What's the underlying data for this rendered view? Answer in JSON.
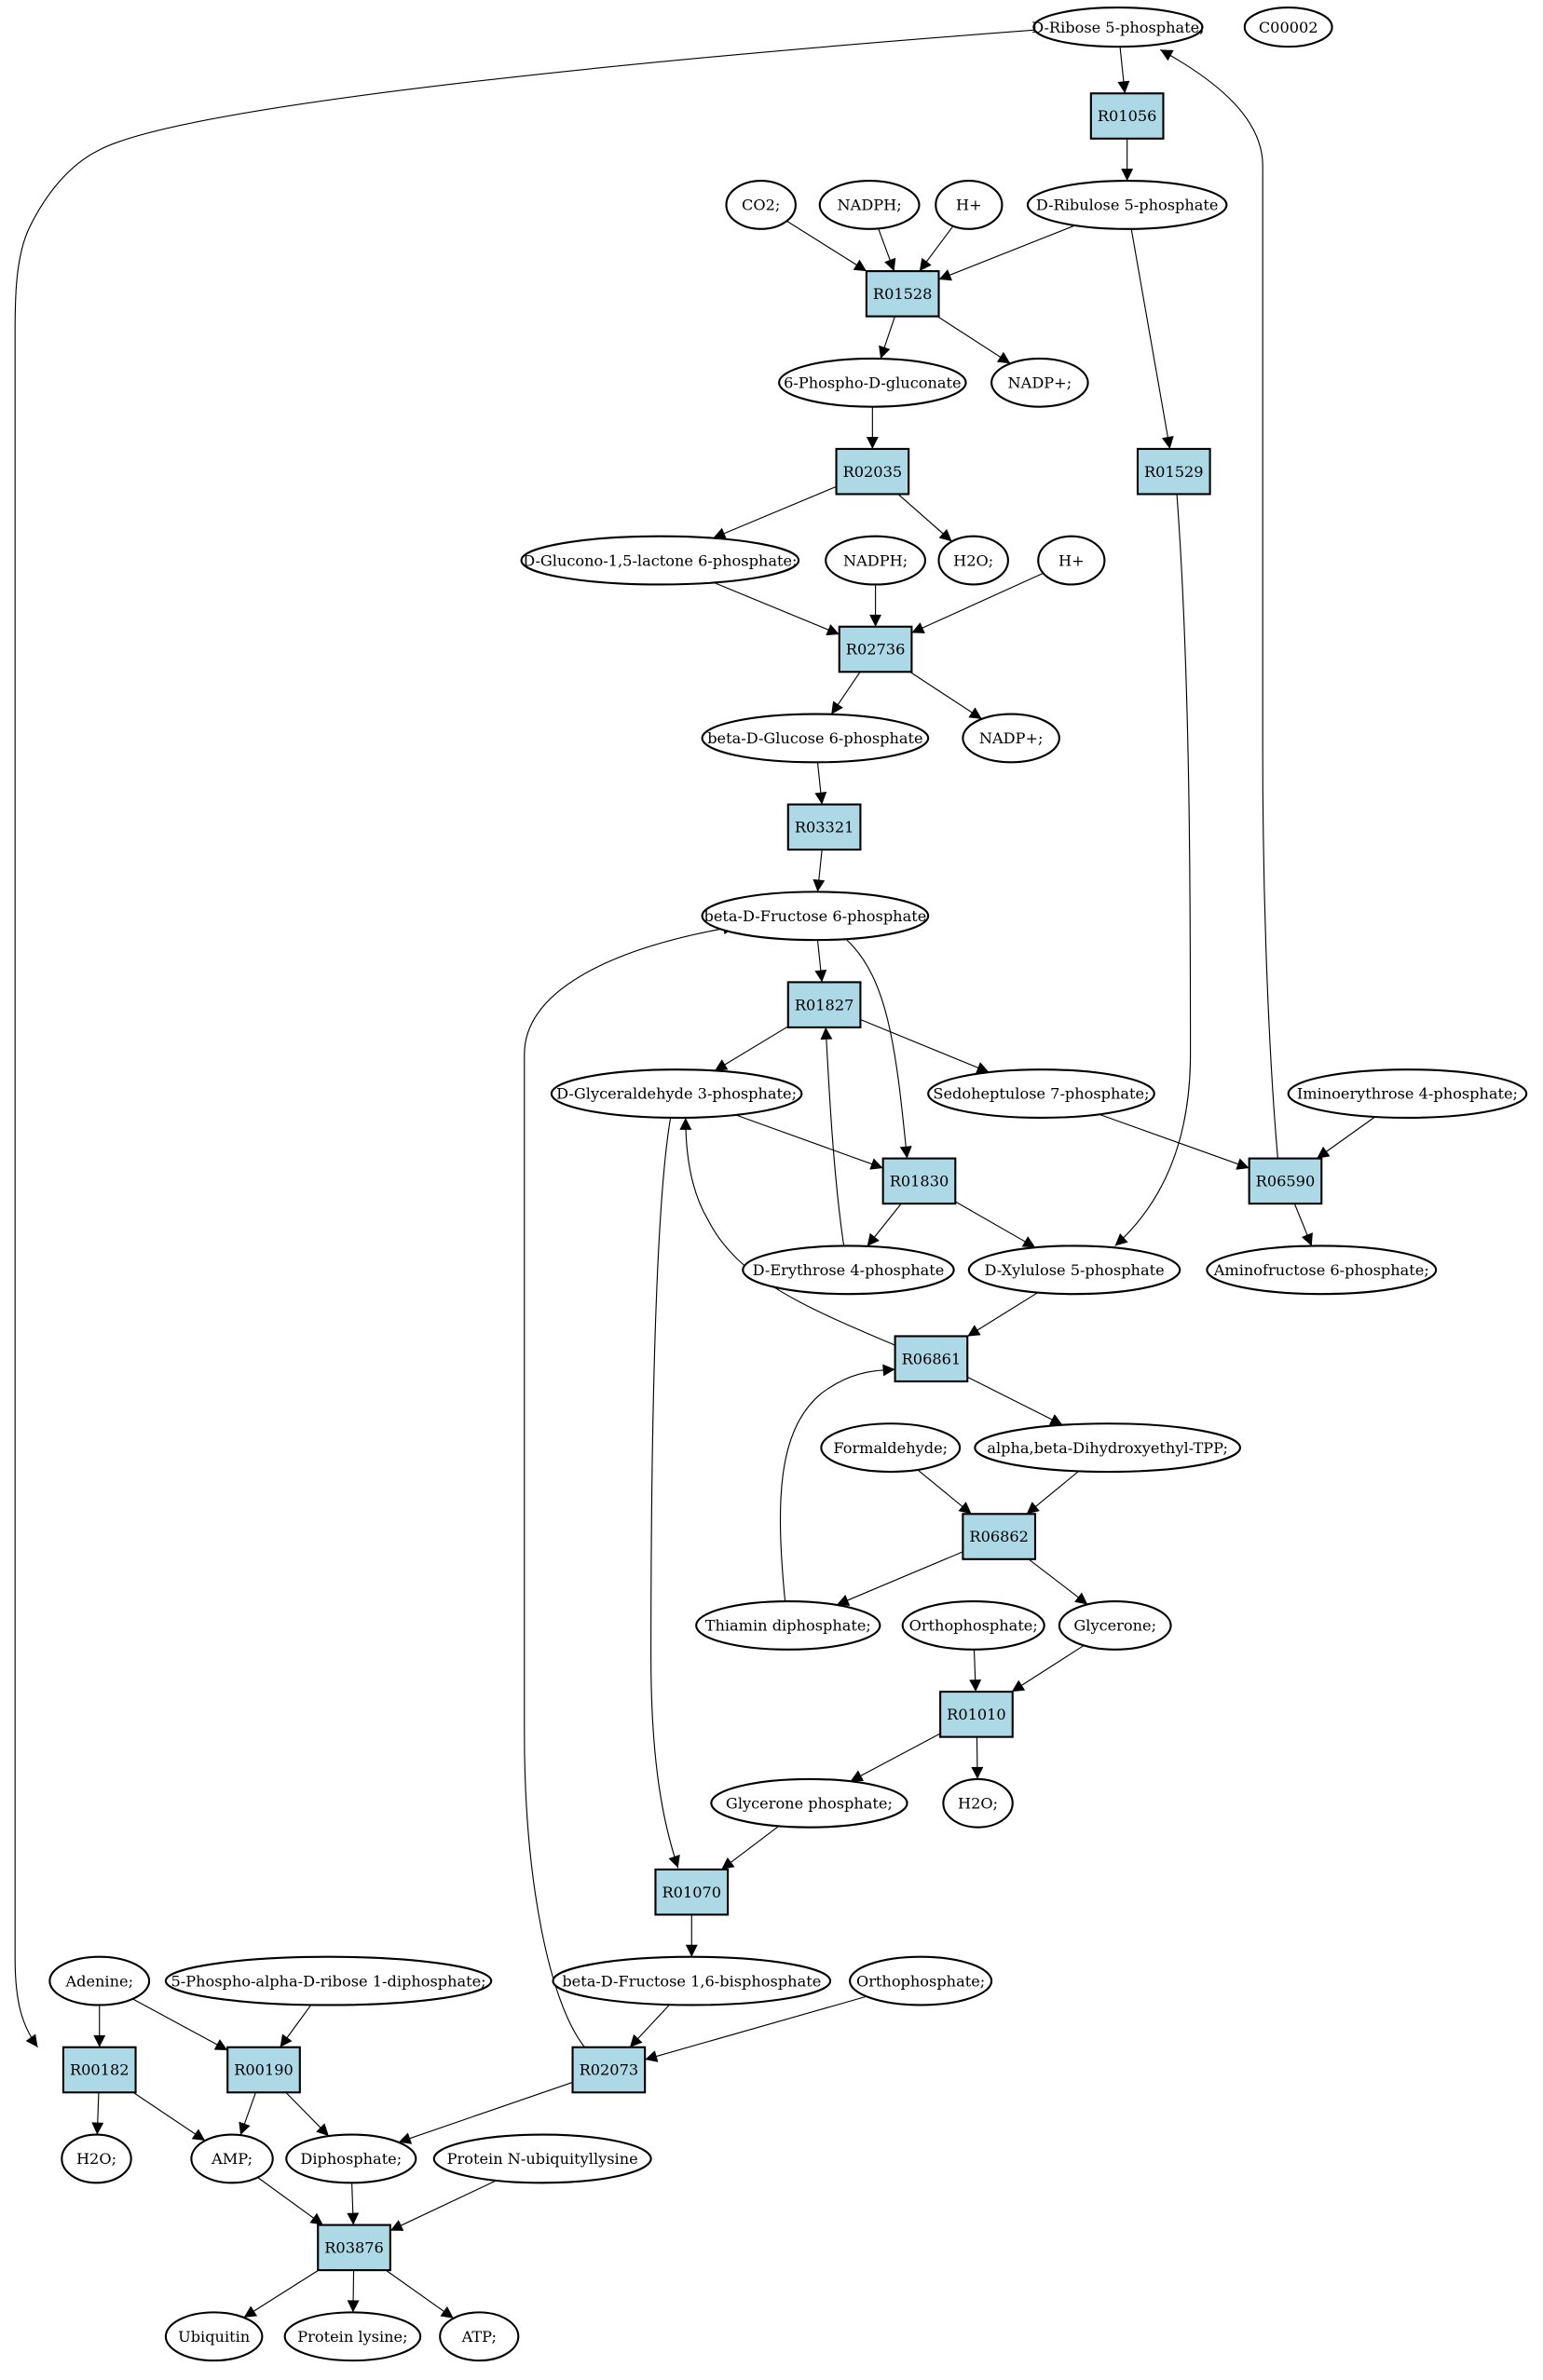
{
  "colors": {
    "reaction_fill": "#add8e6",
    "start_fill": "#00ff00",
    "compound_fill": "#ffff00",
    "metabolite_fill": "#ffffff",
    "edge": "#000000"
  },
  "metabolites": [
    {
      "id": "rib5p",
      "label": "D-Ribose 5-phosphate;",
      "fill": "start"
    },
    {
      "id": "c00002",
      "label": "C00002",
      "fill": "compound"
    },
    {
      "id": "co2",
      "label": "CO2;"
    },
    {
      "id": "nadph1",
      "label": "NADPH;"
    },
    {
      "id": "hplus1",
      "label": "H+"
    },
    {
      "id": "ribu5p",
      "label": "D-Ribulose 5-phosphate"
    },
    {
      "id": "pgluc",
      "label": "6-Phospho-D-gluconate"
    },
    {
      "id": "nadp1",
      "label": "NADP+;"
    },
    {
      "id": "glac",
      "label": "D-Glucono-1,5-lactone 6-phosphate;"
    },
    {
      "id": "nadph2",
      "label": "NADPH;"
    },
    {
      "id": "h2o1",
      "label": "H2O;"
    },
    {
      "id": "hplus2",
      "label": "H+"
    },
    {
      "id": "bg6p",
      "label": "beta-D-Glucose 6-phosphate"
    },
    {
      "id": "nadp2",
      "label": "NADP+;"
    },
    {
      "id": "bf6p",
      "label": "beta-D-Fructose 6-phosphate"
    },
    {
      "id": "ga3p",
      "label": "D-Glyceraldehyde 3-phosphate;"
    },
    {
      "id": "s7p",
      "label": "Sedoheptulose 7-phosphate;"
    },
    {
      "id": "ie4p",
      "label": "Iminoerythrose 4-phosphate;"
    },
    {
      "id": "e4p",
      "label": "D-Erythrose 4-phosphate"
    },
    {
      "id": "x5p",
      "label": "D-Xylulose 5-phosphate"
    },
    {
      "id": "af6p",
      "label": "Aminofructose 6-phosphate;"
    },
    {
      "id": "hcho",
      "label": "Formaldehyde;"
    },
    {
      "id": "adtpp",
      "label": "alpha,beta-Dihydroxyethyl-TPP;"
    },
    {
      "id": "tpp",
      "label": "Thiamin diphosphate;"
    },
    {
      "id": "pi1",
      "label": "Orthophosphate;"
    },
    {
      "id": "dha",
      "label": "Glycerone;"
    },
    {
      "id": "dhap",
      "label": "Glycerone phosphate;"
    },
    {
      "id": "h2o2",
      "label": "H2O;"
    },
    {
      "id": "adenine",
      "label": "Adenine;"
    },
    {
      "id": "prpp",
      "label": "5-Phospho-alpha-D-ribose 1-diphosphate;"
    },
    {
      "id": "fbp",
      "label": "beta-D-Fructose 1,6-bisphosphate"
    },
    {
      "id": "pi2",
      "label": "Orthophosphate;"
    },
    {
      "id": "h2o3",
      "label": "H2O;"
    },
    {
      "id": "amp",
      "label": "AMP;"
    },
    {
      "id": "ppi",
      "label": "Diphosphate;"
    },
    {
      "id": "pubq",
      "label": "Protein N-ubiquityllysine"
    },
    {
      "id": "ubq",
      "label": "Ubiquitin"
    },
    {
      "id": "plys",
      "label": "Protein lysine;"
    },
    {
      "id": "atp",
      "label": "ATP;"
    }
  ],
  "reactions": [
    {
      "id": "r01056",
      "label": "R01056"
    },
    {
      "id": "r01528",
      "label": "R01528"
    },
    {
      "id": "r02035",
      "label": "R02035"
    },
    {
      "id": "r01529",
      "label": "R01529"
    },
    {
      "id": "r02736",
      "label": "R02736"
    },
    {
      "id": "r03321",
      "label": "R03321"
    },
    {
      "id": "r01827",
      "label": "R01827"
    },
    {
      "id": "r01830",
      "label": "R01830"
    },
    {
      "id": "r06590",
      "label": "R06590"
    },
    {
      "id": "r06861",
      "label": "R06861"
    },
    {
      "id": "r06862",
      "label": "R06862"
    },
    {
      "id": "r01010",
      "label": "R01010"
    },
    {
      "id": "r01070",
      "label": "R01070"
    },
    {
      "id": "r00182",
      "label": "R00182"
    },
    {
      "id": "r00190",
      "label": "R00190"
    },
    {
      "id": "r02073",
      "label": "R02073"
    },
    {
      "id": "r03876",
      "label": "R03876"
    }
  ],
  "edges": [
    {
      "from": "rib5p",
      "to": "r01056"
    },
    {
      "from": "r01056",
      "to": "ribu5p"
    },
    {
      "from": "co2",
      "to": "r01528"
    },
    {
      "from": "nadph1",
      "to": "r01528"
    },
    {
      "from": "hplus1",
      "to": "r01528"
    },
    {
      "from": "ribu5p",
      "to": "r01528"
    },
    {
      "from": "r01528",
      "to": "pgluc"
    },
    {
      "from": "r01528",
      "to": "nadp1"
    },
    {
      "from": "ribu5p",
      "to": "r01529"
    },
    {
      "from": "pgluc",
      "to": "r02035"
    },
    {
      "from": "r02035",
      "to": "glac"
    },
    {
      "from": "r02035",
      "to": "h2o1"
    },
    {
      "from": "glac",
      "to": "r02736"
    },
    {
      "from": "nadph2",
      "to": "r02736"
    },
    {
      "from": "hplus2",
      "to": "r02736"
    },
    {
      "from": "r02736",
      "to": "bg6p"
    },
    {
      "from": "r02736",
      "to": "nadp2"
    },
    {
      "from": "bg6p",
      "to": "r03321"
    },
    {
      "from": "r03321",
      "to": "bf6p"
    },
    {
      "from": "bf6p",
      "to": "r01827"
    },
    {
      "from": "bf6p",
      "to": "r01830"
    },
    {
      "from": "r01827",
      "to": "ga3p"
    },
    {
      "from": "r01827",
      "to": "s7p"
    },
    {
      "from": "e4p",
      "to": "r01827"
    },
    {
      "from": "ga3p",
      "to": "r01830"
    },
    {
      "from": "r01830",
      "to": "e4p"
    },
    {
      "from": "r01830",
      "to": "x5p"
    },
    {
      "from": "r01529",
      "to": "x5p"
    },
    {
      "from": "s7p",
      "to": "r06590"
    },
    {
      "from": "ie4p",
      "to": "r06590"
    },
    {
      "from": "r06590",
      "to": "af6p"
    },
    {
      "from": "r06590",
      "to": "rib5p"
    },
    {
      "from": "x5p",
      "to": "r06861"
    },
    {
      "from": "r06861",
      "to": "ga3p"
    },
    {
      "from": "r06861",
      "to": "adtpp"
    },
    {
      "from": "tpp",
      "to": "r06861"
    },
    {
      "from": "hcho",
      "to": "r06862"
    },
    {
      "from": "adtpp",
      "to": "r06862"
    },
    {
      "from": "r06862",
      "to": "tpp"
    },
    {
      "from": "r06862",
      "to": "dha"
    },
    {
      "from": "pi1",
      "to": "r01010"
    },
    {
      "from": "dha",
      "to": "r01010"
    },
    {
      "from": "r01010",
      "to": "dhap"
    },
    {
      "from": "r01010",
      "to": "h2o2"
    },
    {
      "from": "dhap",
      "to": "r01070"
    },
    {
      "from": "ga3p",
      "to": "r01070"
    },
    {
      "from": "r01070",
      "to": "fbp"
    },
    {
      "from": "fbp",
      "to": "r02073"
    },
    {
      "from": "pi2",
      "to": "r02073"
    },
    {
      "from": "r02073",
      "to": "ppi"
    },
    {
      "from": "r02073",
      "to": "bf6p"
    },
    {
      "from": "rib5p",
      "to": "r00182"
    },
    {
      "from": "adenine",
      "to": "r00182"
    },
    {
      "from": "adenine",
      "to": "r00190"
    },
    {
      "from": "prpp",
      "to": "r00190"
    },
    {
      "from": "r00182",
      "to": "h2o3"
    },
    {
      "from": "r00182",
      "to": "amp"
    },
    {
      "from": "r00190",
      "to": "amp"
    },
    {
      "from": "r00190",
      "to": "ppi"
    },
    {
      "from": "amp",
      "to": "r03876"
    },
    {
      "from": "ppi",
      "to": "r03876"
    },
    {
      "from": "pubq",
      "to": "r03876"
    },
    {
      "from": "r03876",
      "to": "ubq"
    },
    {
      "from": "r03876",
      "to": "plys"
    },
    {
      "from": "r03876",
      "to": "atp"
    }
  ]
}
